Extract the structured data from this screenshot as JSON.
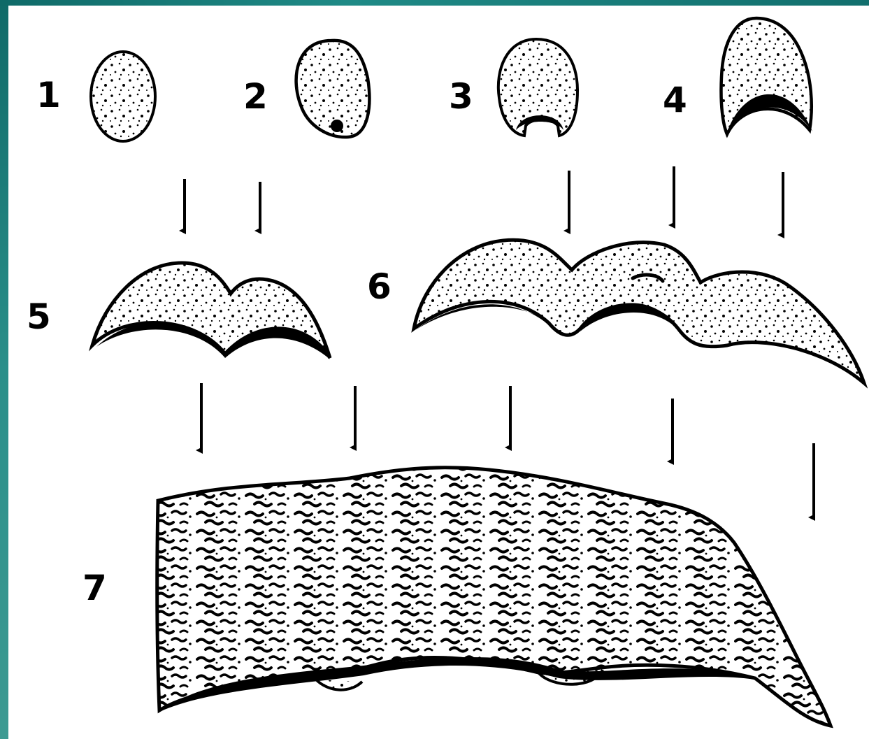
{
  "labels": {
    "stage1": "1",
    "stage2": "2",
    "stage3": "3",
    "stage4": "4",
    "stage5": "5",
    "stage6": "6",
    "stage7": "7"
  },
  "colors": {
    "frame": "#1f8a86",
    "ink": "#000000",
    "paper": "#ffffff"
  }
}
